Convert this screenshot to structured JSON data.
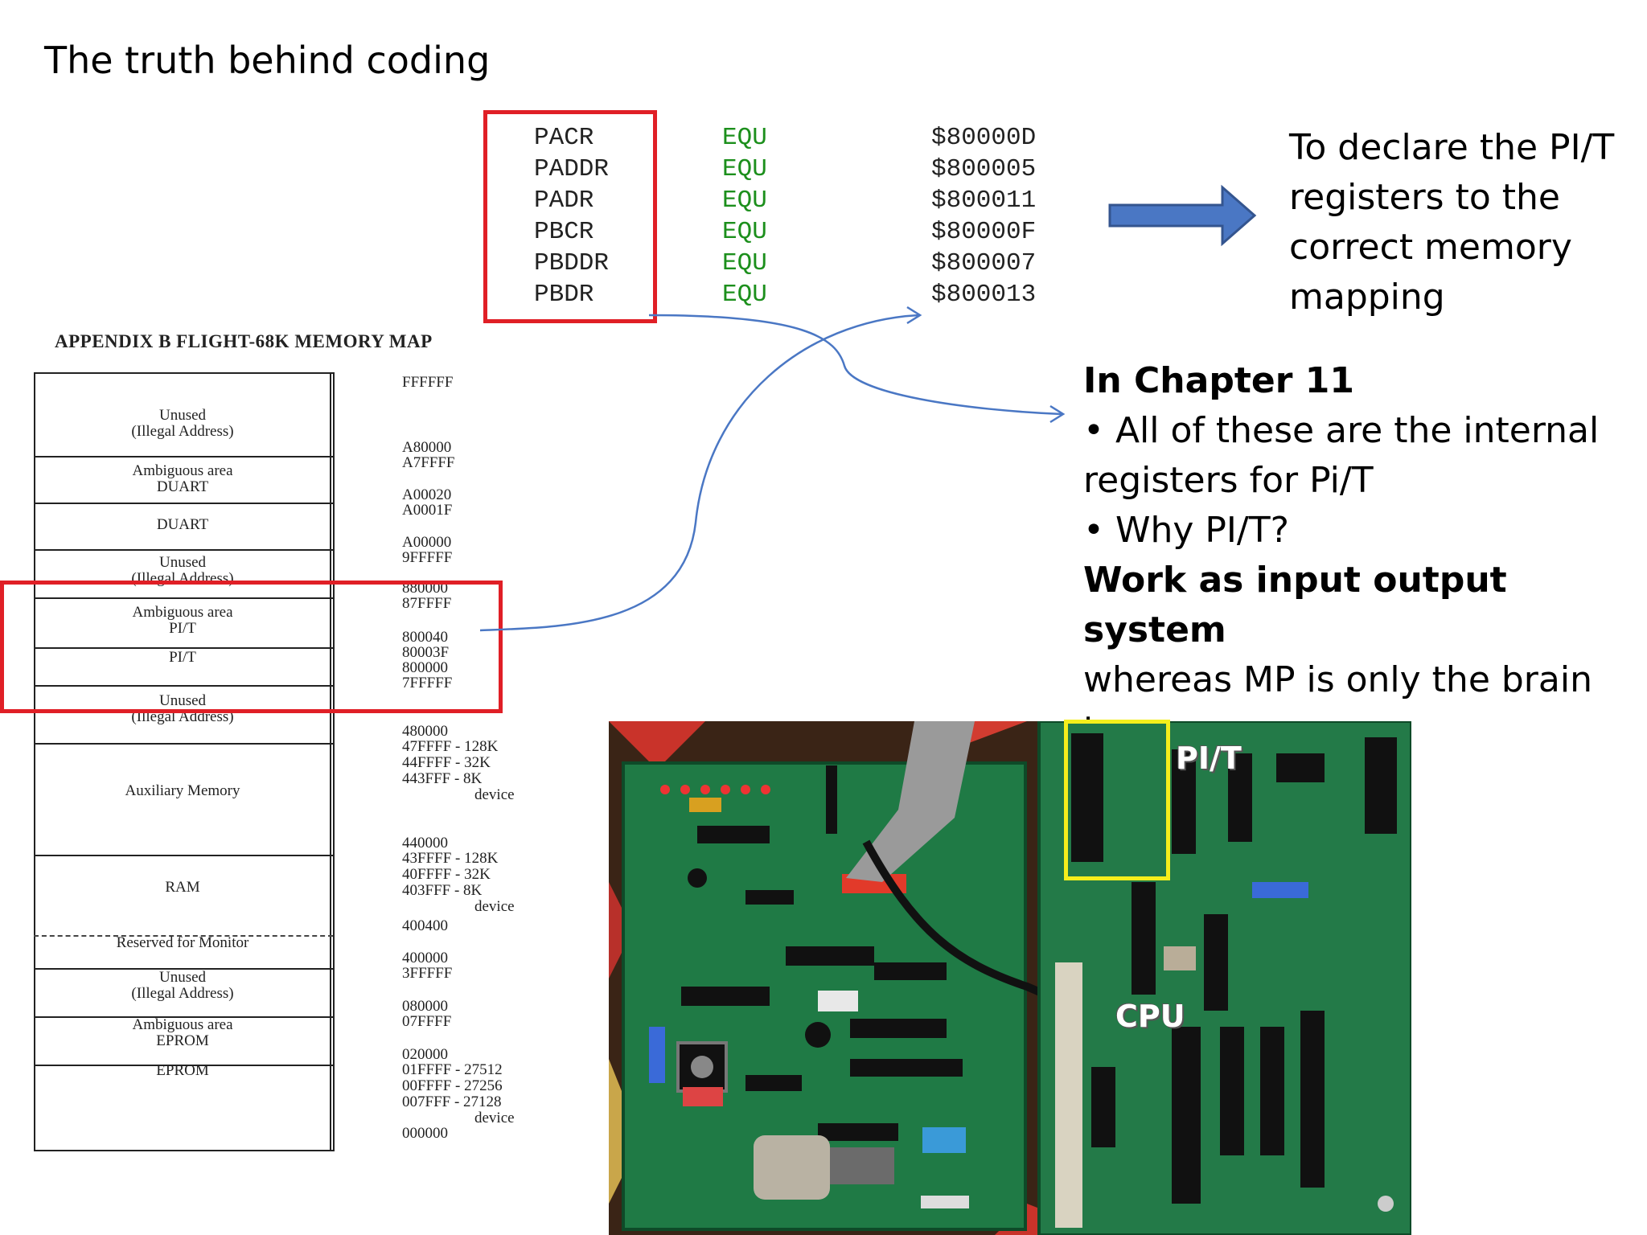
{
  "title": "The truth behind coding",
  "code_lines": [
    {
      "name": "PACR",
      "op": "EQU",
      "value": "$80000D"
    },
    {
      "name": "PADDR",
      "op": "EQU",
      "value": "$800005"
    },
    {
      "name": "PADR",
      "op": "EQU",
      "value": "$800011"
    },
    {
      "name": "PBCR",
      "op": "EQU",
      "value": "$80000F"
    },
    {
      "name": "PBDDR",
      "op": "EQU",
      "value": "$800007"
    },
    {
      "name": "PBDR",
      "op": "EQU",
      "value": "$800013"
    }
  ],
  "declare_text": "To declare the PI/T registers to the correct memory mapping",
  "chapter": {
    "heading": "In Chapter 11",
    "bullet1": "• All of these are the internal registers for Pi/T",
    "bullet2": "• Why PI/T?",
    "bold_text": "Work as input output system",
    "rest_text": "whereas MP is only the brain to process"
  },
  "memory_map": {
    "title": "APPENDIX B FLIGHT-68K MEMORY MAP",
    "regions": [
      {
        "label_1": "Unused",
        "label_2": "(Illegal Address)"
      },
      {
        "label_1": "Ambiguous area",
        "label_2": "DUART"
      },
      {
        "label_1": "DUART",
        "label_2": ""
      },
      {
        "label_1": "Unused",
        "label_2": "(Illegal Address)"
      },
      {
        "label_1": "Ambiguous area",
        "label_2": "PI/T"
      },
      {
        "label_1": "PI/T",
        "label_2": ""
      },
      {
        "label_1": "Unused",
        "label_2": "(Illegal Address)"
      },
      {
        "label_1": "Auxiliary Memory",
        "label_2": ""
      },
      {
        "label_1": "RAM",
        "label_2": ""
      },
      {
        "label_1": "Reserved for Monitor",
        "label_2": ""
      },
      {
        "label_1": "Unused",
        "label_2": "(Illegal Address)"
      },
      {
        "label_1": "Ambiguous area",
        "label_2": "EPROM"
      },
      {
        "label_1": "EPROM",
        "label_2": ""
      }
    ],
    "addresses": [
      "FFFFFF",
      "A80000",
      "A7FFFF",
      "A00020",
      "A0001F",
      "A00000",
      "9FFFFF",
      "880000",
      "87FFFF",
      "800040",
      "80003F",
      "800000",
      "7FFFFF",
      "480000",
      "47FFFF - 128K",
      "44FFFF - 32K",
      "443FFF - 8K",
      "device",
      "440000",
      "43FFFF - 128K",
      "40FFFF - 32K",
      "403FFF - 8K",
      "device",
      "400400",
      "400000",
      "3FFFFF",
      "080000",
      "07FFFF",
      "020000",
      "01FFFF - 27512",
      "00FFFF - 27256",
      "007FFF - 27128",
      "device",
      "000000"
    ]
  },
  "photo": {
    "label_pit": "PI/T",
    "label_cpu": "CPU"
  },
  "colors": {
    "highlight_red": "#e01f26",
    "highlight_yellow": "#f5ee1c",
    "code_green": "#1c8f1c",
    "arrow_blue": "#4a77c4"
  }
}
